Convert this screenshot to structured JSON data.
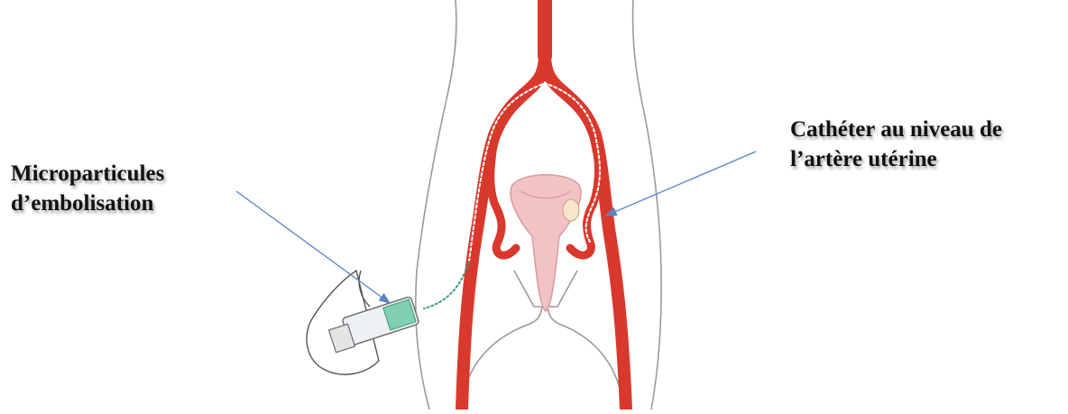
{
  "labels": {
    "microparticles": {
      "line1": "Microparticules",
      "line2": "d’embolisation"
    },
    "catheter": {
      "line1": "Cathéter au niveau de",
      "line2": "l’artère utérine"
    }
  },
  "colors": {
    "artery": "#d8392c",
    "artery_dark": "#b3261c",
    "body_outline": "#9a9a9a",
    "uterus": "#f2c3c4",
    "arrow": "#5b84c4",
    "particles": "#7fd0b0"
  },
  "icons": {
    "syringe": "syringe-icon",
    "hand": "hand-icon",
    "uterus": "uterus-icon"
  }
}
